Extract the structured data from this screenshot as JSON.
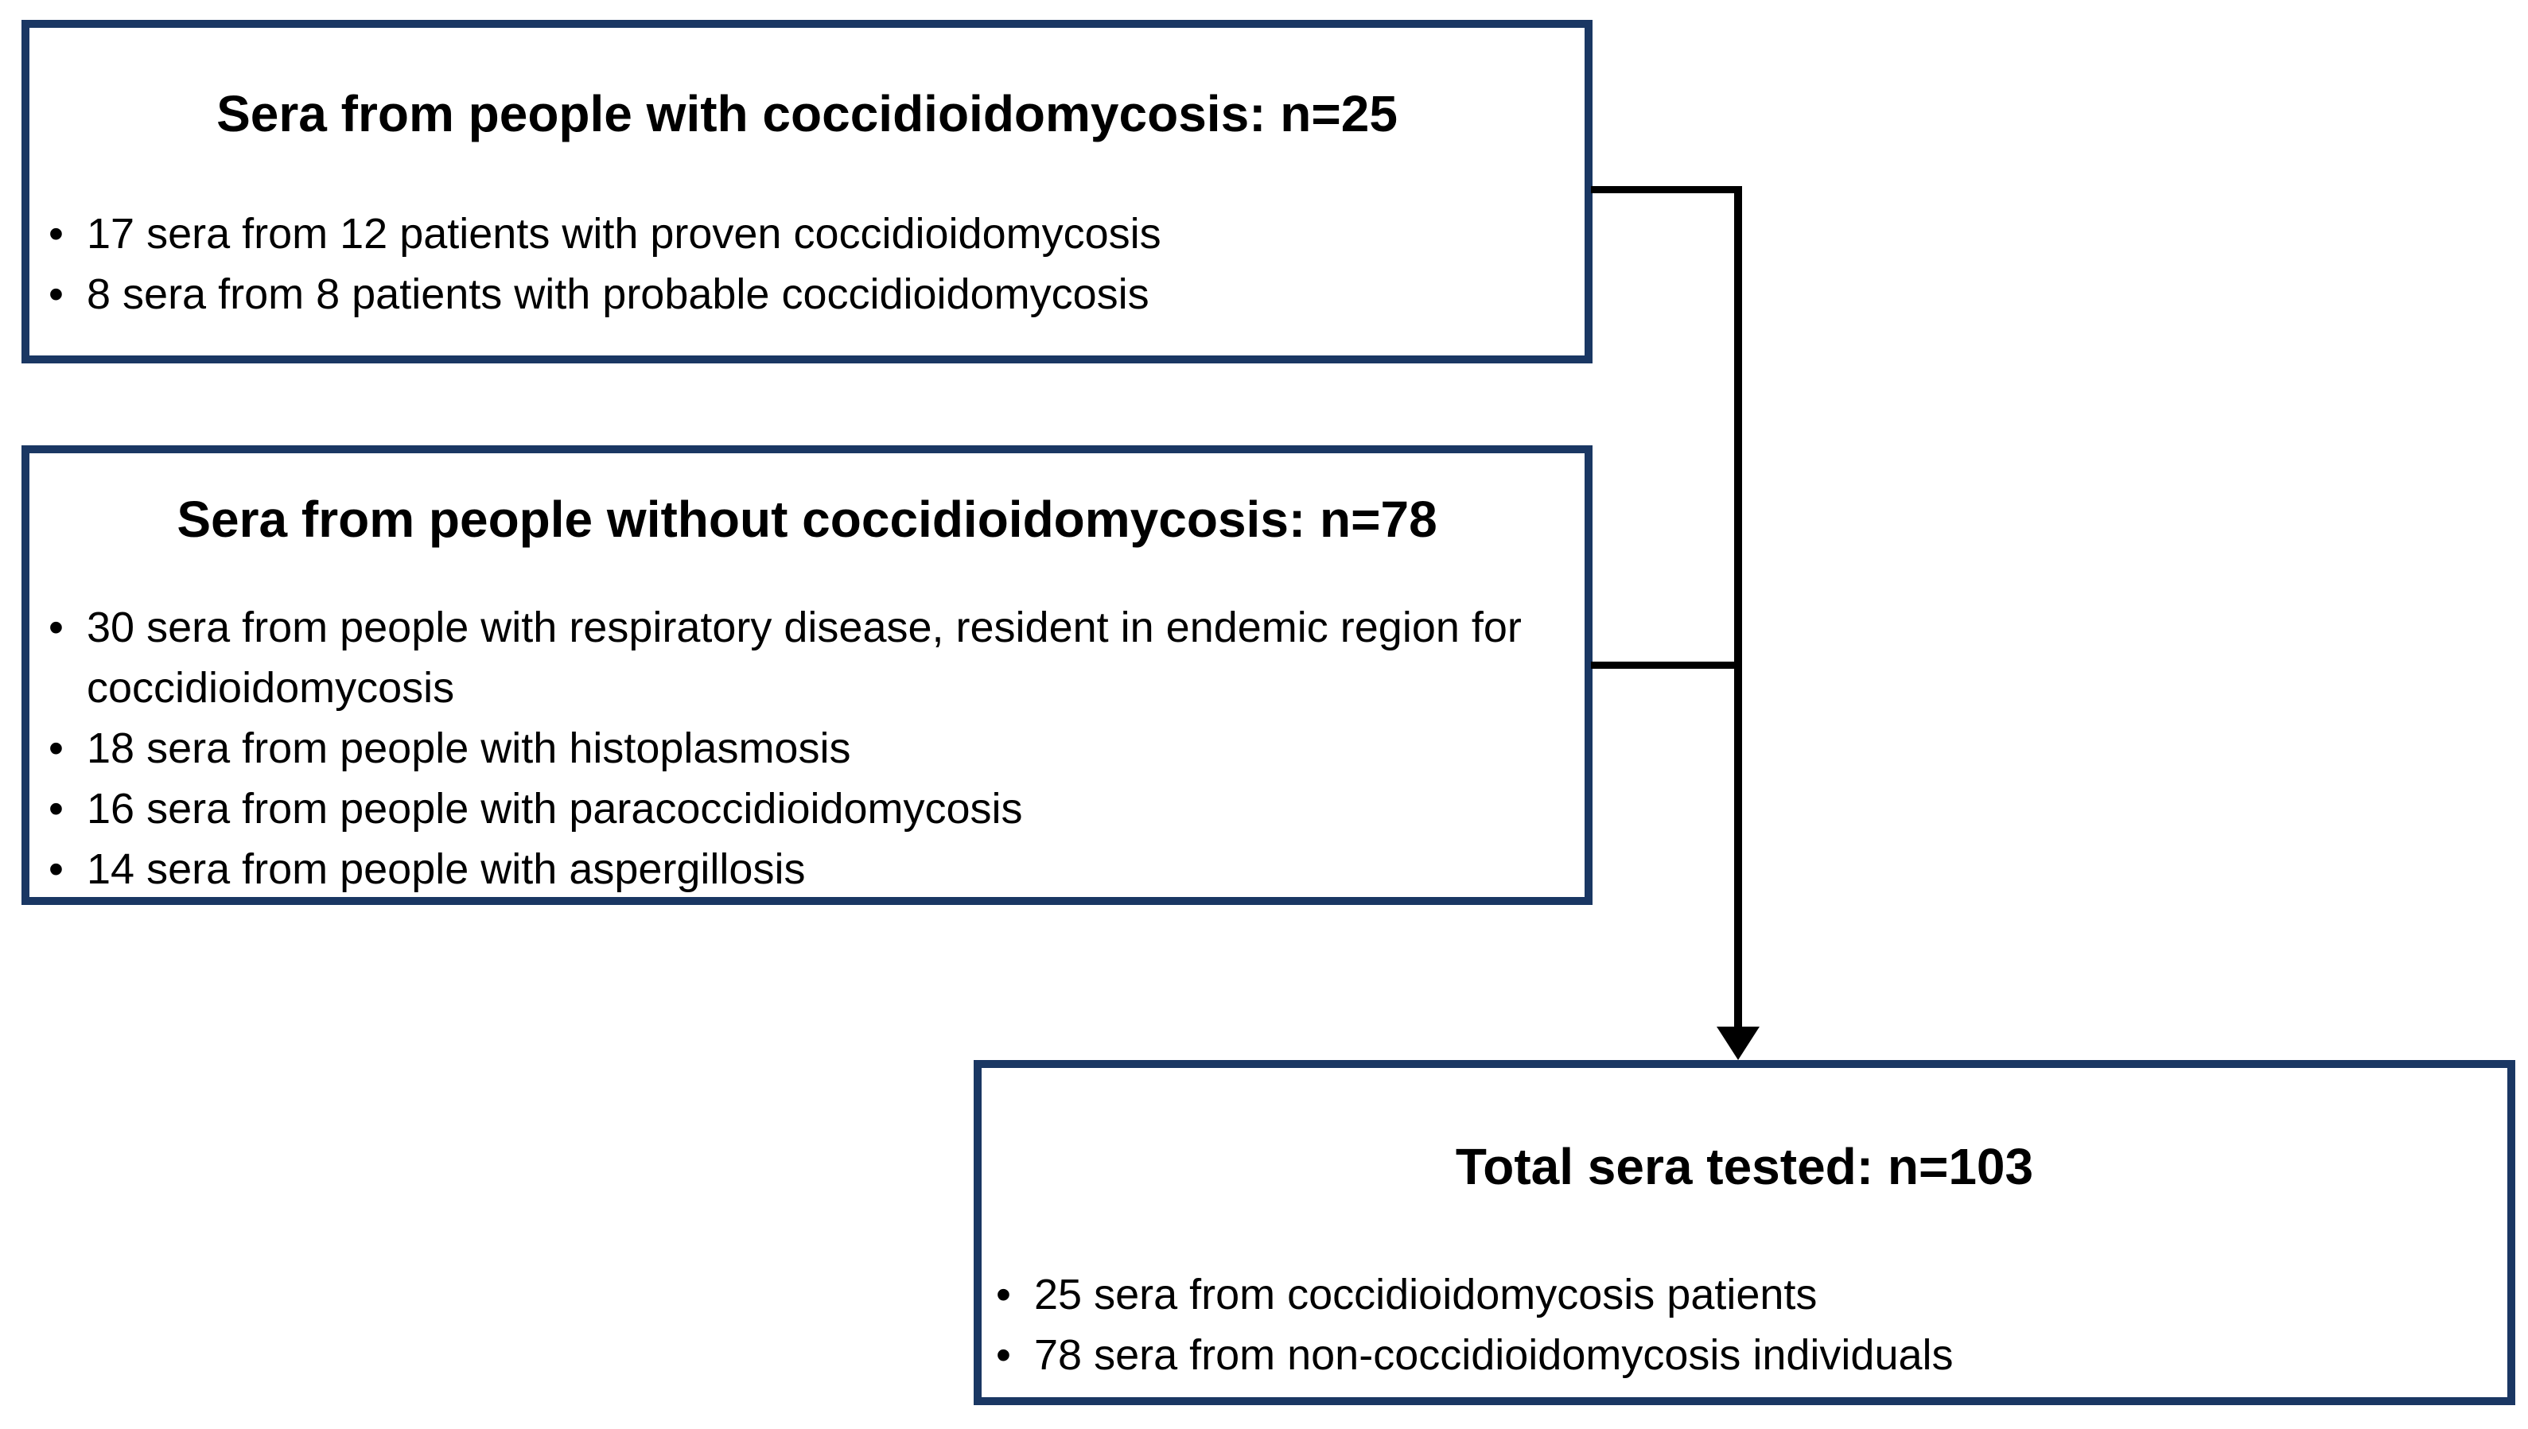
{
  "figure": {
    "bullet_char": "•",
    "colors": {
      "box_border": "#1A3763",
      "connector": "#000000",
      "text": "#000000",
      "background": "#FFFFFF"
    },
    "boxes": {
      "with_cocci": {
        "title": "Sera from people with coccidioidomycosis: n=25",
        "bullets": [
          "17 sera from 12 patients with proven coccidioidomycosis",
          "8 sera from 8 patients with probable coccidioidomycosis"
        ]
      },
      "without_cocci": {
        "title": "Sera from people without coccidioidomycosis: n=78",
        "bullets": [
          "30 sera from people with respiratory disease, resident in endemic region for coccidioidomycosis",
          "18 sera from people with histoplasmosis",
          "16 sera from people with paracoccidioidomycosis",
          "14 sera from people with aspergillosis"
        ]
      },
      "total": {
        "title": "Total sera tested: n=103",
        "bullets": [
          "25 sera from coccidioidomycosis patients",
          "78 sera from non-coccidioidomycosis individuals"
        ]
      }
    }
  }
}
